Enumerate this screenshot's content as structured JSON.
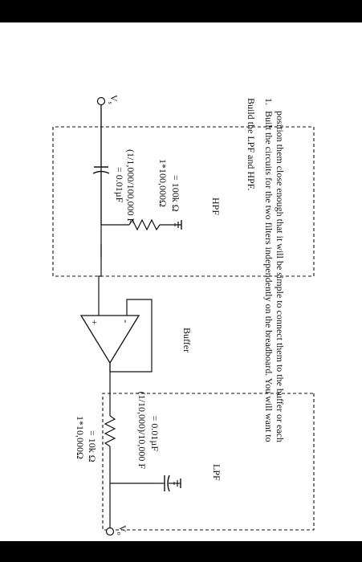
{
  "circuit": {
    "vs_label": "V",
    "vs_sub": "s",
    "vo_label": "V",
    "vo_sub": "o",
    "hpf": {
      "cap_line1": "(1/1,000/100,000 F",
      "cap_line2": "= 0.01µF",
      "res_line1": "1*100,000Ω",
      "res_line2": "= 100k Ω",
      "title": "HPF"
    },
    "buffer": {
      "title": "Buffer",
      "minus": "-",
      "plus": "+"
    },
    "lpf": {
      "res_line1": "1*10,000Ω",
      "res_line2": "= 10k Ω",
      "cap_line1": "(1/10,000)/10,000 F",
      "cap_line2": "= 0.01µF",
      "title": "LPF"
    }
  },
  "instructions": {
    "heading": "Build the LPF and HPF.",
    "item1_num": "1.",
    "item1_line1": "Built the circuits for the two filters independently on the breadboard. You will want to",
    "item1_line2": "position them close enough that it will be simple to connect them to the buffer or each"
  }
}
